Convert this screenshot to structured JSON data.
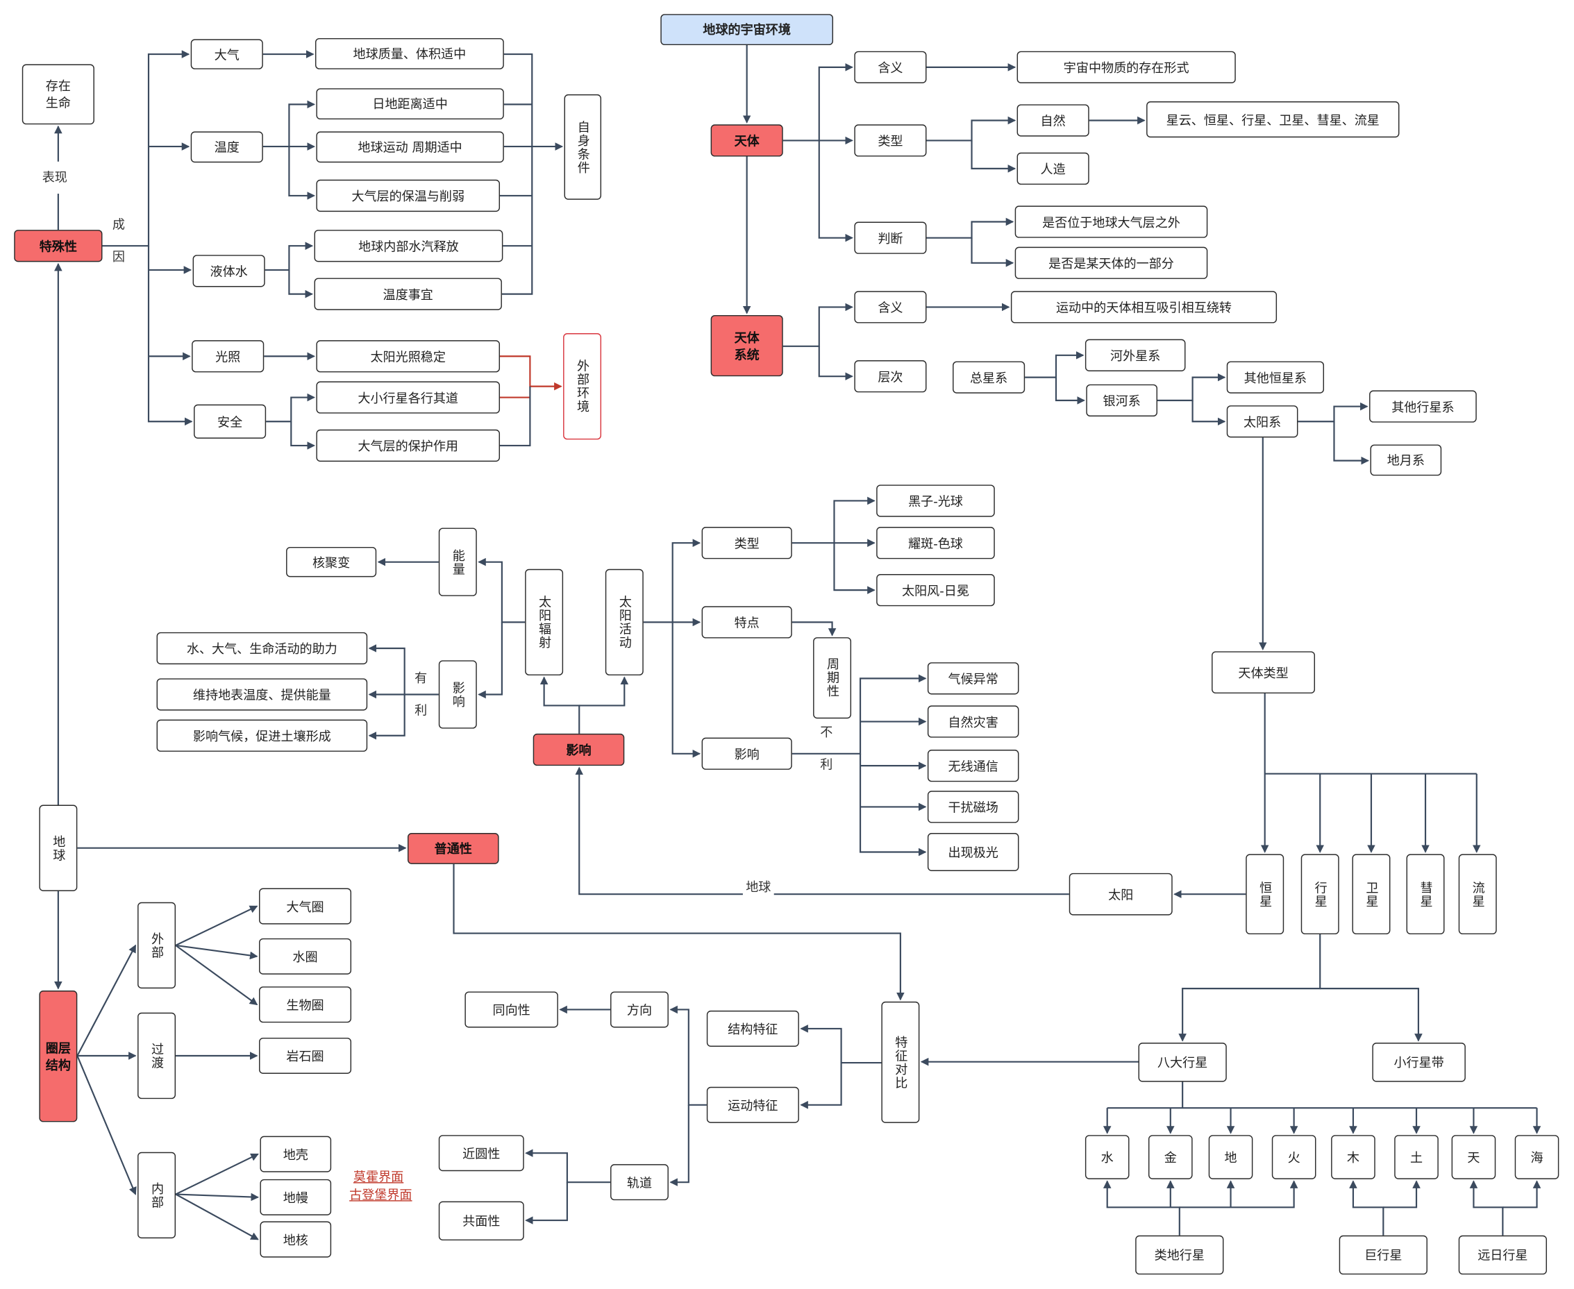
{
  "title": "地球的宇宙环境",
  "nodes": {
    "cunzai": "存在\n生命",
    "teshu": "特殊性",
    "daqi": "大气",
    "wendu": "温度",
    "yetishui": "液体水",
    "guangzhao": "光照",
    "anquan": "安全",
    "zhiliang": "地球质量、体积适中",
    "rdjl": "日地距离适中",
    "dqyd": "地球运动 周期适中",
    "dqbw": "大气层的保温与削弱",
    "sqsf": "地球内部水汽释放",
    "wdsy": "温度事宜",
    "tygz": "太阳光照稳定",
    "dxxx": "大小行星各行其道",
    "dqbh": "大气层的保护作用",
    "zishen": "自身条件",
    "waibu_hj": "外部环境",
    "tianti": "天体",
    "tt_hanyi": "含义",
    "tt_hanyi_v": "宇宙中物质的存在形式",
    "tt_leixing": "类型",
    "ziran": "自然",
    "ziran_v": "星云、恒星、行星、卫星、彗星、流星",
    "renzao": "人造",
    "panduan": "判断",
    "pd1": "是否位于地球大气层之外",
    "pd2": "是否是某天体的一部分",
    "ttxt": "天体\n系统",
    "xt_hanyi": "含义",
    "xt_hanyi_v": "运动中的天体相互吸引相互绕转",
    "cengci": "层次",
    "zongxing": "总星系",
    "hewai": "河外星系",
    "yinhe": "银河系",
    "qthx": "其他恒星系",
    "taiyangxi": "太阳系",
    "qtxx": "其他行星系",
    "diyue": "地月系",
    "hejubian": "核聚变",
    "nengliang": "能量",
    "tyfs": "太阳辐射",
    "tyhd": "太阳活动",
    "yx_youli": "影响",
    "yl1": "水、大气、生命活动的助力",
    "yl2": "维持地表温度、提供能量",
    "yl3": "影响气候，促进土壤形成",
    "yingxiang_main": "影响",
    "hd_leixing": "类型",
    "hz": "黑子-光球",
    "yb": "耀斑-色球",
    "tyf": "太阳风-日冕",
    "tedian": "特点",
    "zhouqi": "周期性",
    "hd_yx": "影响",
    "qh": "气候异常",
    "zrzh": "自然灾害",
    "wxtx": "无线通信",
    "grcc": "干扰磁场",
    "jg": "出现极光",
    "ttlx": "天体类型",
    "hengxing": "恒星",
    "xingxing": "行星",
    "weixing": "卫星",
    "huixing": "彗星",
    "liuxing": "流星",
    "taiyang": "太阳",
    "diqiu": "地球",
    "putong": "普通性",
    "tzdb": "特征对比",
    "jgtz": "结构特征",
    "ydtz": "运动特征",
    "fangxiang": "方向",
    "tongxiang": "同向性",
    "guidao": "轨道",
    "jinyuan": "近圆性",
    "gongmian": "共面性",
    "bdxx": "八大行星",
    "xxxd": "小行星带",
    "p_shui": "水",
    "p_jin": "金",
    "p_di": "地",
    "p_huo": "火",
    "p_mu": "木",
    "p_tu": "土",
    "p_tian": "天",
    "p_hai": "海",
    "ldxx": "类地行星",
    "jxx": "巨行星",
    "yrxx": "远日行星",
    "ccjg": "圈层\n结构",
    "wb": "外部",
    "gd": "过渡",
    "nb": "内部",
    "dqq": "大气圈",
    "sq": "水圈",
    "swq": "生物圈",
    "ysq": "岩石圈",
    "dk": "地壳",
    "dm": "地幔",
    "dh": "地核"
  },
  "labels": {
    "biaoxian": "表现",
    "chengyin": "成\n\n因",
    "youli": "有\n\n利",
    "buli": "不\n\n利",
    "diqiu_edge": "地球"
  },
  "notes": {
    "moho": "莫霍界面",
    "gutenberg": "古登堡界面"
  },
  "colors": {
    "highlight": "#f56c6c",
    "title_fill": "#cfe2fa",
    "connector": "#3b4a5e",
    "red_connector": "#c0392b"
  }
}
